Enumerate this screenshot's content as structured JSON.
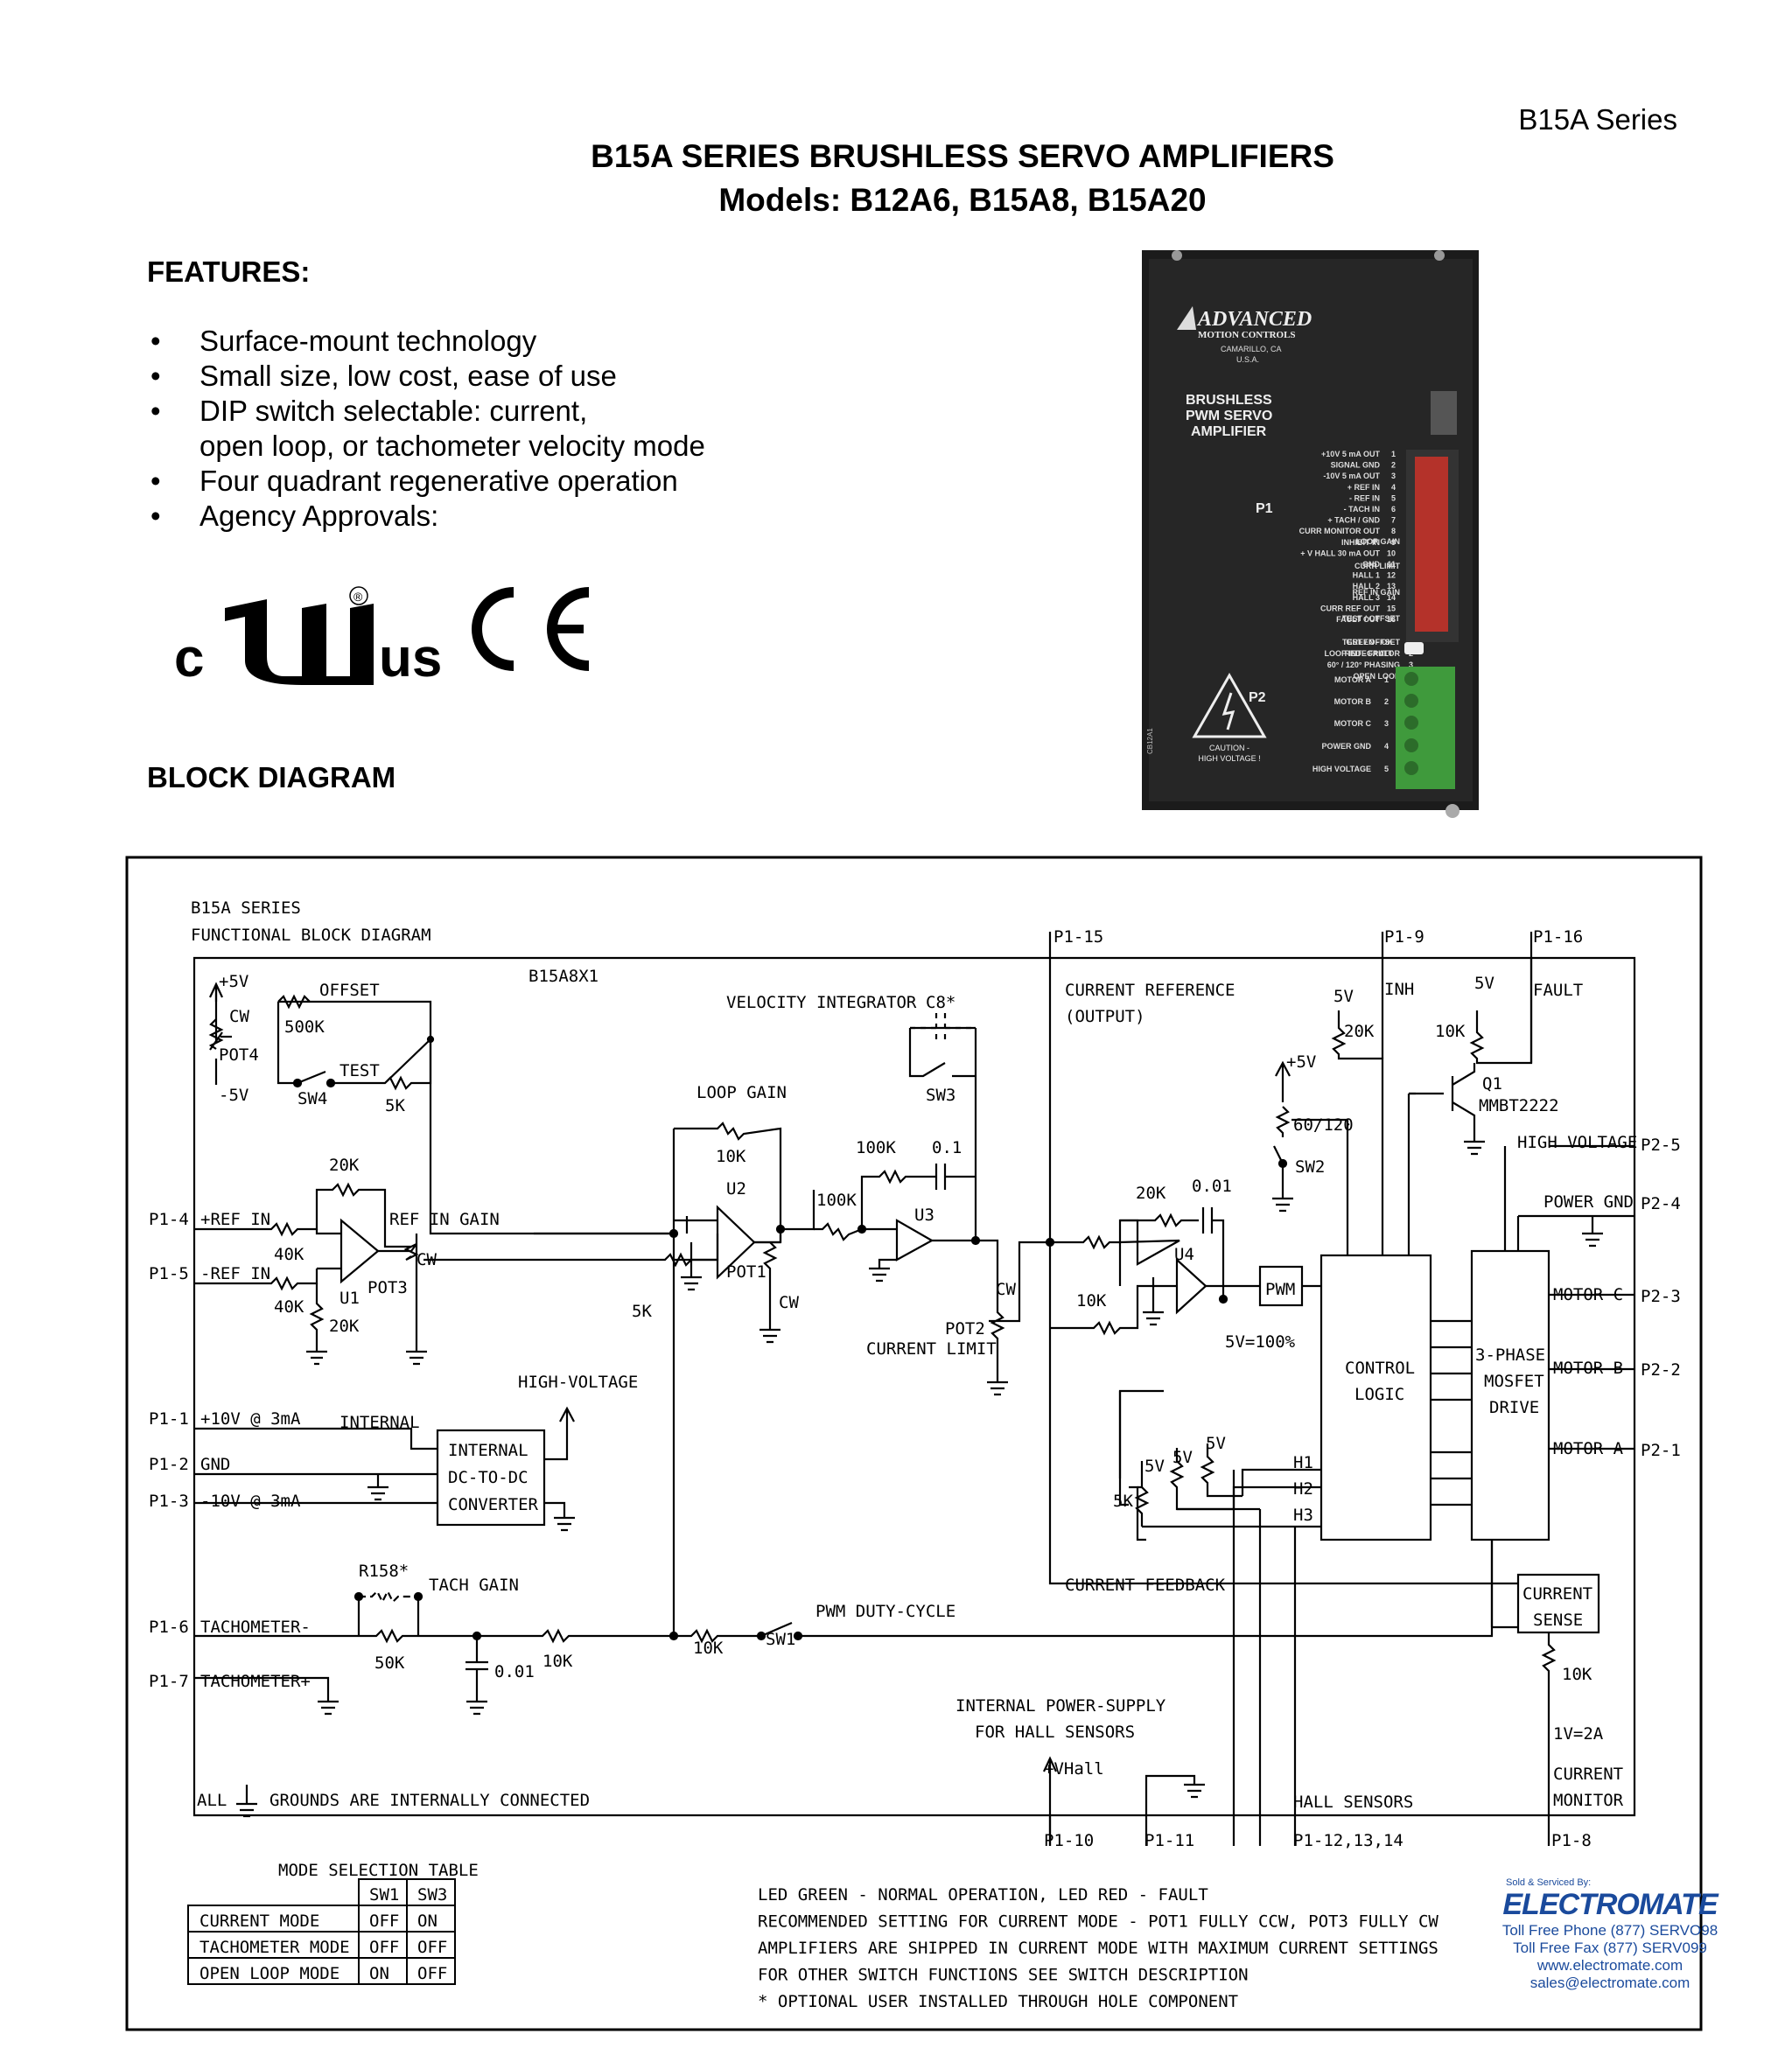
{
  "header": {
    "series": "B15A Series",
    "title": "B15A SERIES BRUSHLESS SERVO AMPLIFIERS",
    "models": "Models:  B12A6, B15A8, B15A20"
  },
  "features": {
    "heading": "FEATURES:",
    "items": [
      "Surface-mount technology",
      "Small size, low cost, ease of use",
      "DIP switch selectable: current,",
      "open loop, or  tachometer velocity mode",
      "Four quadrant regenerative operation",
      "Agency Approvals:"
    ],
    "approval_marks": [
      "c",
      "us",
      "®",
      "CE"
    ]
  },
  "block_heading": "BLOCK DIAGRAM",
  "product": {
    "brand": "ADVANCED",
    "brand_sub": "MOTION CONTROLS",
    "location": "CAMARILLO, CA",
    "country": "U.S.A.",
    "label1": "BRUSHLESS",
    "label2": "PWM SERVO",
    "label3": "AMPLIFIER",
    "pots": [
      "LOOP GAIN",
      "CURR LIMIT",
      "REF IN GAIN",
      "TEST / OFFSET"
    ],
    "switches": [
      "TEST / OFFSET",
      "LOOP INTEGRATOR",
      "60° / 120° PHASING",
      "OPEN LOOP"
    ],
    "p1_label": "P1",
    "p1_pins": [
      "+10V 5 mA OUT",
      "SIGNAL GND",
      "-10V 5 mA OUT",
      "+ REF IN",
      "- REF IN",
      "- TACH IN",
      "+ TACH / GND",
      "CURR MONITOR OUT",
      "INHIBIT IN",
      "+ V HALL 30 mA OUT",
      "GND",
      "HALL 1",
      "HALL 2",
      "HALL 3",
      "CURR REF OUT",
      "FAULT OUT"
    ],
    "led": [
      "GREEN - OK",
      "RED - FAULT"
    ],
    "p2_label": "P2",
    "p2_pins": [
      "MOTOR A",
      "MOTOR B",
      "MOTOR C",
      "POWER GND",
      "HIGH VOLTAGE"
    ],
    "caution": [
      "CAUTION -",
      "HIGH VOLTAGE !"
    ],
    "board_id": "CB12A1"
  },
  "diagram": {
    "title1": "B15A SERIES",
    "title2": "FUNCTIONAL BLOCK DIAGRAM",
    "part": "B15A8X1",
    "labels": {
      "plus5v": "+5V",
      "cw": "CW",
      "pot4": "POT4",
      "minus5v": "-5V",
      "offset": "OFFSET",
      "r500k": "500K",
      "test": "TEST",
      "sw4": "SW4",
      "r5k_test": "5K",
      "vel_int": "VELOCITY INTEGRATOR",
      "c8": "C8*",
      "sw3": "SW3",
      "loop_gain": "LOOP GAIN",
      "r10k_lg": "10K",
      "u2": "U2",
      "pot1": "POT1",
      "cw_pot1": "CW",
      "r100k_a": "100K",
      "c01": "0.1",
      "r100k_b": "100K",
      "u3": "U3",
      "cw_pot2": "CW",
      "pot2": "POT2",
      "curr_limit": "CURRENT LIMIT",
      "r20k_u1": "20K",
      "ref_in_gain": "REF IN GAIN",
      "r40k_a": "40K",
      "r40k_b": "40K",
      "u1": "U1",
      "pot3": "POT3",
      "cw_pot3": "CW",
      "r20k_gnd": "20K",
      "r5k_mid": "5K",
      "cur_ref": "CURRENT REFERENCE",
      "output": "(OUTPUT)",
      "r20k_u4": "20K",
      "c001": "0.01",
      "r10k_u4": "10K",
      "u4": "U4",
      "pwm": "PWM",
      "five_v_100": "5V=100%",
      "sw2_plus5": "+5V",
      "phase": "60/120",
      "sw2": "SW2",
      "inh_5v": "5V",
      "inh_20k": "20K",
      "inh": "INH",
      "q1_5v": "5V",
      "q1_10k": "10K",
      "q1": "Q1",
      "q1_part": "MMBT2222",
      "fault": "FAULT",
      "control": "CONTROL",
      "logic": "LOGIC",
      "drive1": "3-PHASE",
      "drive2": "MOSFET",
      "drive3": "DRIVE",
      "high_voltage": "HIGH VOLTAGE",
      "power_gnd": "POWER GND",
      "motor_c": "MOTOR C",
      "motor_b": "MOTOR B",
      "motor_a": "MOTOR A",
      "h1": "H1",
      "h2": "H2",
      "h3": "H3",
      "hall_5v_a": "5V",
      "hall_5v_b": "5V",
      "hall_5v_c": "5V",
      "hall_5k": "5K",
      "hv_arrow": "HIGH-VOLTAGE",
      "internal": "INTERNAL",
      "conv1": "INTERNAL",
      "conv2": "DC-TO-DC",
      "conv3": "CONVERTER",
      "r158": "R158*",
      "tach_gain": "TACH GAIN",
      "r50k": "50K",
      "c_tach": "0.01",
      "r10k_tach": "10K",
      "r10k_sw1": "10K",
      "sw1": "SW1",
      "pwm_duty": "PWM DUTY-CYCLE",
      "curr_fb": "CURRENT FEEDBACK",
      "cs1": "CURRENT",
      "cs2": "SENSE",
      "r10k_cs": "10K",
      "one_v": "1V=2A",
      "cm1": "CURRENT",
      "cm2": "MONITOR",
      "int_ps1": "INTERNAL POWER-SUPPLY",
      "int_ps2": "FOR HALL SENSORS",
      "vhall": "+VHall",
      "all_grounds_a": "ALL",
      "all_grounds_b": "GROUNDS ARE INTERNALLY CONNECTED",
      "hall_sensors": "HALL SENSORS"
    },
    "left_pins": [
      {
        "pin": "P1-4",
        "name": "+REF IN"
      },
      {
        "pin": "P1-5",
        "name": "-REF IN"
      },
      {
        "pin": "P1-1",
        "name": "+10V @ 3mA"
      },
      {
        "pin": "P1-2",
        "name": "GND"
      },
      {
        "pin": "P1-3",
        "name": "-10V @ 3mA"
      },
      {
        "pin": "P1-6",
        "name": "TACHOMETER-"
      },
      {
        "pin": "P1-7",
        "name": "TACHOMETER+"
      }
    ],
    "top_pins": [
      "P1-15",
      "P1-9",
      "P1-16"
    ],
    "right_pins": [
      "P2-5",
      "P2-4",
      "P2-3",
      "P2-2",
      "P2-1"
    ],
    "bottom_pins": [
      "P1-10",
      "P1-11",
      "P1-12,13,14",
      "P1-8"
    ],
    "mode_table": {
      "title": "MODE SELECTION TABLE",
      "columns": [
        "SW1",
        "SW3"
      ],
      "rows": [
        {
          "mode": "CURRENT MODE",
          "sw1": "OFF",
          "sw3": "ON"
        },
        {
          "mode": "TACHOMETER MODE",
          "sw1": "OFF",
          "sw3": "OFF"
        },
        {
          "mode": "OPEN LOOP MODE",
          "sw1": "ON",
          "sw3": "OFF"
        }
      ]
    },
    "notes": [
      "LED GREEN - NORMAL OPERATION, LED RED - FAULT",
      "RECOMMENDED SETTING FOR CURRENT MODE - POT1 FULLY CCW, POT3 FULLY CW",
      "AMPLIFIERS ARE SHIPPED IN CURRENT MODE WITH MAXIMUM CURRENT SETTINGS",
      "FOR OTHER SWITCH FUNCTIONS SEE SWITCH DESCRIPTION",
      "* OPTIONAL USER INSTALLED THROUGH HOLE COMPONENT"
    ]
  },
  "vendor": {
    "sold_by": "Sold & Serviced By:",
    "name": "ELECTROMATE",
    "phone": "Toll Free Phone  (877) SERVO98",
    "fax": "Toll Free Fax  (877) SERV099",
    "web": "www.electromate.com",
    "email": "sales@electromate.com"
  },
  "colors": {
    "text": "#000000",
    "vendor_blue": "#1a4a9c",
    "terminal_green": "#3f9a3c",
    "dip_red": "#b4322a"
  }
}
